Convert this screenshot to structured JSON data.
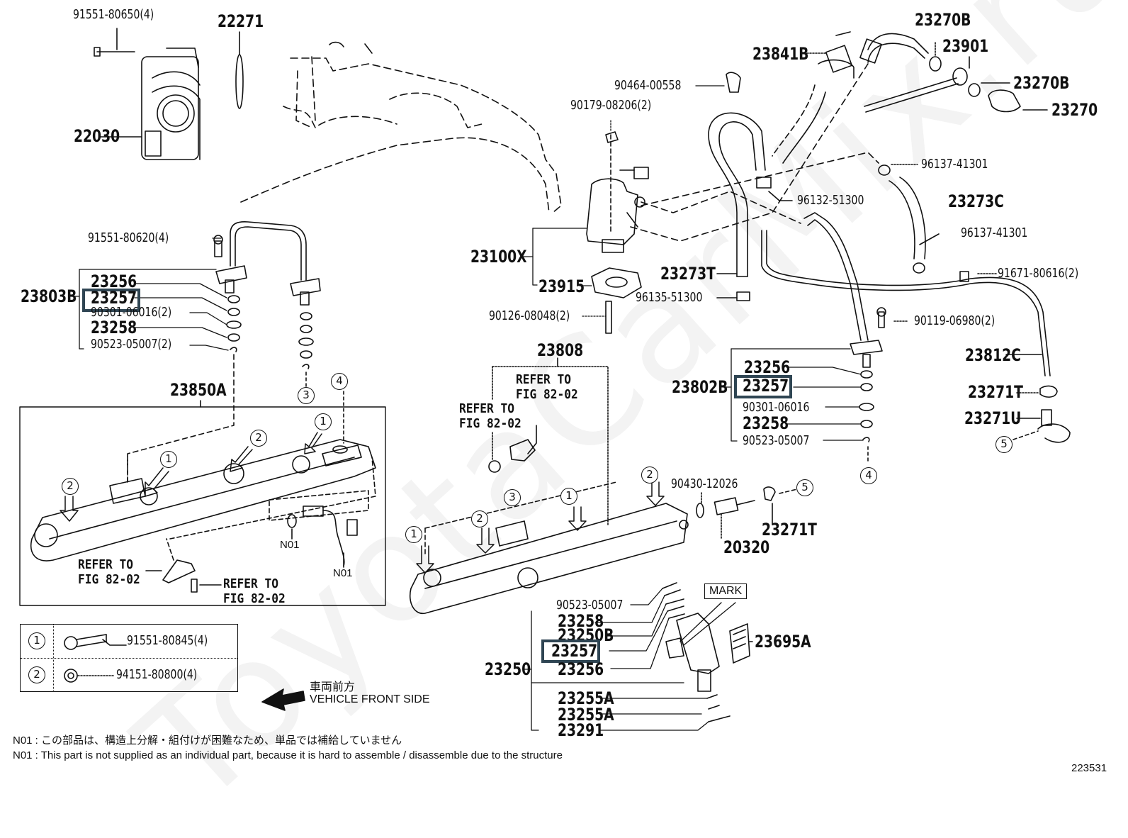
{
  "diagram": {
    "figure_number": "223531",
    "watermark_text": "ToyotaCarMix.ru",
    "highlight_color": "#2f4553",
    "labels": {
      "l_91551_80650": "91551-80650(4)",
      "l_22271": "22271",
      "l_22030": "22030",
      "l_23841B": "23841B",
      "l_23270B_top": "23270B",
      "l_23901": "23901",
      "l_23270B_mid": "23270B",
      "l_23270": "23270",
      "l_90464_00558": "90464-00558",
      "l_90179_08206": "90179-08206(2)",
      "l_96137_41301_a": "96137-41301",
      "l_96132_51300": "96132-51300",
      "l_23273C": "23273C",
      "l_96137_41301_b": "96137-41301",
      "l_91671_80616": "91671-80616(2)",
      "l_23100X": "23100X",
      "l_23273T": "23273T",
      "l_23915": "23915",
      "l_96135_51300": "96135-51300",
      "l_90126_08048": "90126-08048(2)",
      "l_90119_06980": "90119-06980(2)",
      "l_23812C": "23812C",
      "l_91551_80620": "91551-80620(4)",
      "l_23803B": "23803B",
      "l_23803_23256": "23256",
      "l_23803_23257": "23257",
      "l_23803_90301": "90301-06016(2)",
      "l_23803_23258": "23258",
      "l_23803_90523": "90523-05007(2)",
      "l_23850A": "23850A",
      "l_23808": "23808",
      "l_23802B": "23802B",
      "l_23802_23256": "23256",
      "l_23802_23257": "23257",
      "l_23802_90301": "90301-06016",
      "l_23802_23258": "23258",
      "l_23802_90523": "90523-05007",
      "l_23271T_a": "23271T",
      "l_23271U": "23271U",
      "l_90430_12026": "90430-12026",
      "l_20320": "20320",
      "l_23271T_b": "23271T",
      "l_23250": "23250",
      "l_23250_90523": "90523-05007",
      "l_23250_23258": "23258",
      "l_23250B": "23250B",
      "l_23250_23257": "23257",
      "l_23250_23256": "23256",
      "l_23255A_a": "23255A",
      "l_23255A_b": "23255A",
      "l_23291": "23291",
      "l_23695A": "23695A",
      "mark": "MARK",
      "n01_a": "N01",
      "n01_b": "N01"
    },
    "refer_notes": {
      "r1": "REFER TO\nFIG 82-02",
      "r2": "REFER TO\nFIG 82-02",
      "r3": "REFER TO\nFIG 82-02",
      "r4": "REFER TO\nFIG 82-02"
    },
    "callouts": {
      "c1a": "1",
      "c1b": "1",
      "c1c": "1",
      "c2a": "2",
      "c2b": "2",
      "c2c": "2",
      "c2d": "2",
      "c3a": "3",
      "c3b": "3",
      "c4a": "4",
      "c4b": "4",
      "c5a": "5",
      "c5b": "5"
    },
    "legend": [
      {
        "key": "1",
        "part": "91551-80845(4)",
        "icon": "flange-bolt"
      },
      {
        "key": "2",
        "part": "94151-80800(4)",
        "icon": "flange-nut"
      }
    ],
    "direction": {
      "japanese": "車両前方",
      "english": "VEHICLE FRONT SIDE"
    },
    "footnotes": [
      "N01 : この部品は、構造上分解・組付けが困難なため、単品では補給していません",
      "N01 : This part is not supplied as an individual part, because it is hard to assemble / disassemble due to the structure"
    ]
  }
}
